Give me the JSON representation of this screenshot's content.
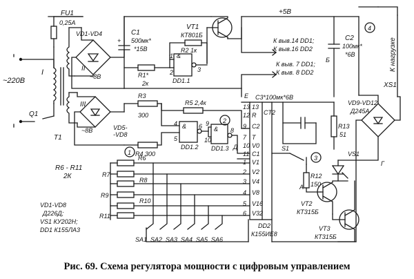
{
  "caption": "Рис. 69. Схема регулятора мощности с цифровым управлением",
  "labels": {
    "mains": "~220В",
    "fuse_ref": "FU1",
    "fuse_val": "0,25А",
    "t_primary": "I",
    "t_sec2": "II",
    "t_sec2_v": "~8В",
    "t_sec3": "III",
    "t_sec3_v": "~8В",
    "transformer": "T1",
    "switch_q": "Q1",
    "bridge1": "VD1-VD4",
    "bridge2": "VD5-",
    "bridge2b": "-VD8",
    "c1": "C1",
    "c1_val": "500мк*",
    "c1_v": "*15В",
    "vt1": "VT1",
    "vt1_type": "КТ801Б",
    "r2": "R2 1к",
    "r1": "R1*",
    "r1_val": "2к",
    "dd11": "DD1.1",
    "plus5": "+5В",
    "to_dd1_14": "К выв.14 DD1;",
    "to_dd2_16": "К выв.16 DD2",
    "to_dd1_7": "К выв. 7 DD1;",
    "to_dd2_8": "К выв. 8 DD2",
    "c2": "C2",
    "c2_val": "100мк*",
    "c2_v": "*6В",
    "load": "К нагрузке",
    "xs1": "XS1",
    "r3": "R3",
    "r3_val": "300",
    "r4": "R4 300",
    "r5": "R5 2,4к",
    "dd12": "DD1.2",
    "dd13": "DD1.3",
    "c3": "C3*100мк*6В",
    "ct2": "CT2",
    "dd2": "DD2",
    "dd2_type": "К155ИЕ8",
    "vd9": "VD9-VD12",
    "vd9_type": "Д245А",
    "r13": "R13",
    "r13_val": "51",
    "vs1": "VS1",
    "r12": "R12",
    "r12_val": "150",
    "vt2": "VT2",
    "vt2_type": "КТ315Б",
    "vt3": "VT3",
    "vt3_type": "КТ315Б",
    "r6r11": "R6 - R11",
    "r6r11_val": "2К",
    "r6": "R6",
    "r7": "R7",
    "r8": "R8",
    "r9": "R9",
    "r10": "R10",
    "r11": "R11",
    "parts1": "VD1-VD8",
    "parts2": "Д226Д;",
    "parts3": "VS1 КУ202Н;",
    "parts4": "DD1 К155ЛА3",
    "s1": "S1",
    "sa": [
      "SA1",
      "SA2",
      "SA3",
      "SA4",
      "SA5",
      "SA6"
    ],
    "node_e": "Е",
    "node_b": "Б",
    "node_a": "А",
    "node_d": "Д",
    "node_g": "Г",
    "nodes": [
      "1",
      "2",
      "3",
      "4"
    ],
    "gate_pins_1": [
      "1",
      "2",
      "3"
    ],
    "gate_pins_2": [
      "4",
      "5",
      "6"
    ],
    "gate_pins_3": [
      "9",
      "10",
      "8"
    ],
    "amp": "&",
    "ct_pins": [
      "13",
      "R",
      "C2",
      "T",
      "V0",
      "C1",
      "V1",
      "V2",
      "V4",
      "V8",
      "V16",
      "V32"
    ],
    "ct_pin_nums": [
      "13",
      "12",
      "9",
      "7",
      "10",
      "11",
      "1",
      "2",
      "3",
      "4",
      "5",
      "6"
    ]
  }
}
